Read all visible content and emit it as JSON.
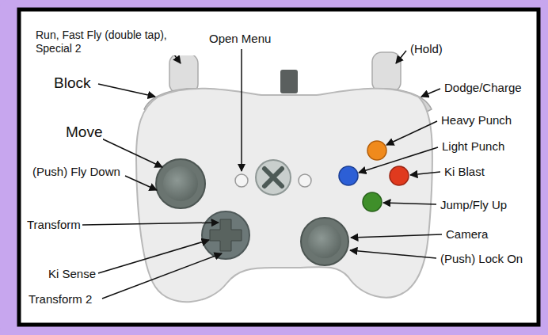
{
  "diagram": {
    "labels": [
      "Run, Fast Fly (double tap), Special 2",
      "Open Menu",
      "(Hold)",
      "Block",
      "Dodge/Charge",
      "Heavy Punch",
      "Move",
      "Light Punch",
      "Ki Blast",
      "(Push) Fly Down",
      "Jump/Fly Up",
      "Transform",
      "Camera",
      "Ki Sense",
      "(Push) Lock On",
      "Transform 2"
    ]
  }
}
